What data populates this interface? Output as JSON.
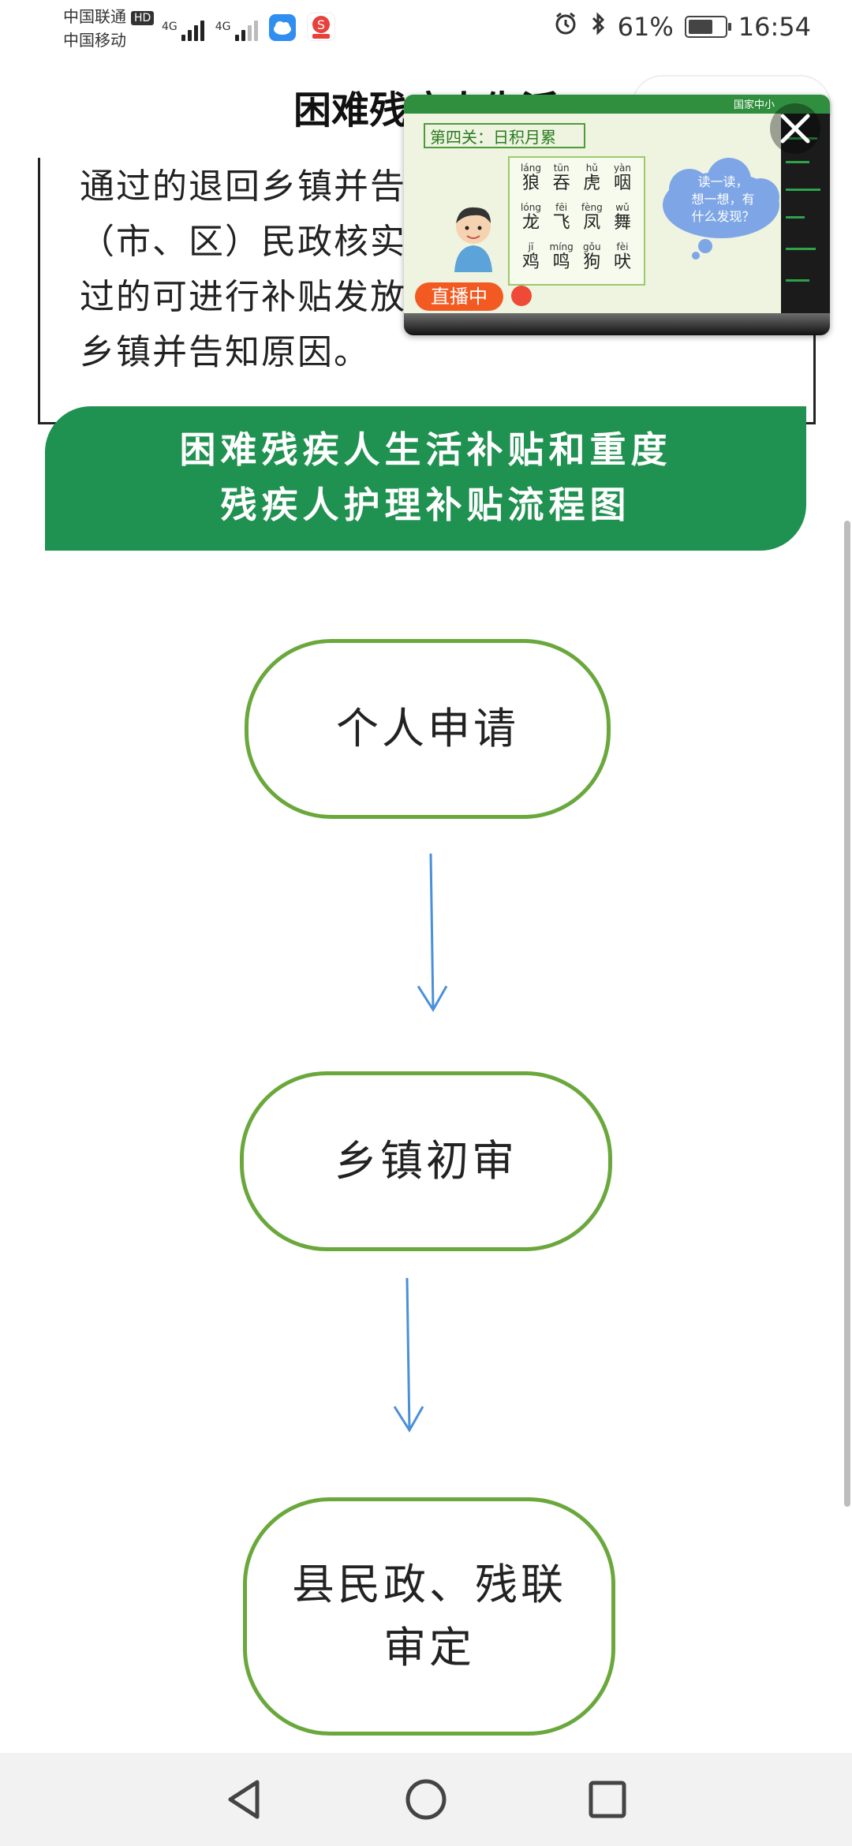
{
  "status_bar": {
    "carrier_1": "中国联通",
    "hd": "HD",
    "carrier_2": "中国移动",
    "network_1": "4G",
    "network_2": "4G",
    "battery": "61%",
    "time": "16:54",
    "icons": [
      "cloud-app-icon",
      "shopping-app-icon",
      "alarm-icon",
      "bluetooth-icon",
      "battery-charging-icon"
    ]
  },
  "page": {
    "title": "困难残疾人生活",
    "body_lines": [
      "通过的退回乡镇并告",
      "（市、区）民政核实",
      "过的可进行补贴发放",
      "乡镇并告知原因。"
    ]
  },
  "banner": {
    "line_1": "困难残疾人生活补贴和重度",
    "line_2": "残疾人护理补贴流程图"
  },
  "flowchart": {
    "steps": [
      {
        "label": "个人申请"
      },
      {
        "label": "乡镇初审"
      },
      {
        "label_line_1": "县民政、残联",
        "label_line_2": "审定"
      }
    ],
    "colors": {
      "border": "#6aa83c",
      "arrow": "#4a90d9"
    }
  },
  "video": {
    "lesson_title": "第四关：日积月累",
    "header_text": "国家中小",
    "rows": [
      [
        {
          "py": "láng",
          "hz": "狼"
        },
        {
          "py": "tūn",
          "hz": "吞"
        },
        {
          "py": "hǔ",
          "hz": "虎"
        },
        {
          "py": "yàn",
          "hz": "咽"
        }
      ],
      [
        {
          "py": "lóng",
          "hz": "龙"
        },
        {
          "py": "fēi",
          "hz": "飞"
        },
        {
          "py": "fèng",
          "hz": "凤"
        },
        {
          "py": "wǔ",
          "hz": "舞"
        }
      ],
      [
        {
          "py": "jī",
          "hz": "鸡"
        },
        {
          "py": "míng",
          "hz": "鸣"
        },
        {
          "py": "gǒu",
          "hz": "狗"
        },
        {
          "py": "fèi",
          "hz": "吠"
        }
      ]
    ],
    "cloud_lines": [
      "读一读，",
      "想一想，有",
      "什么发现？"
    ],
    "live_label": "直播中"
  },
  "colors": {
    "banner_green": "#1f9150",
    "live_orange": "#f25a21"
  }
}
